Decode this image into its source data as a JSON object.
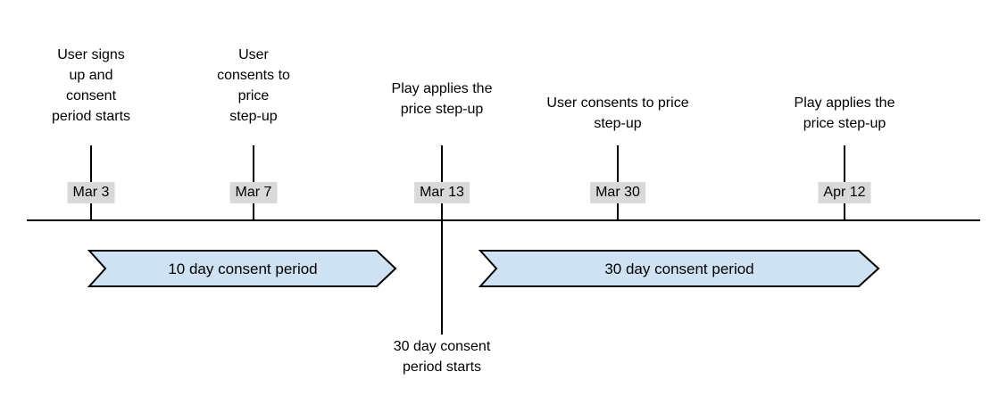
{
  "diagram": {
    "type": "timeline",
    "colors": {
      "background": "#ffffff",
      "line": "#000000",
      "text": "#000000",
      "chip_bg": "#d9d9d9",
      "banner_fill": "#cfe2f3",
      "banner_border": "#000000"
    },
    "milestones": [
      {
        "date": "Mar 3",
        "label": "User signs\nup and\nconsent\nperiod starts"
      },
      {
        "date": "Mar 7",
        "label": "User\nconsents to\nprice\nstep-up"
      },
      {
        "date": "Mar 13",
        "label": "Play applies the\nprice step-up",
        "below_label": "30 day consent\nperiod starts"
      },
      {
        "date": "Mar 30",
        "label": "User consents to price\nstep-up"
      },
      {
        "date": "Apr 12",
        "label": "Play applies the\nprice step-up"
      }
    ],
    "periods": [
      {
        "label": "10 day consent period"
      },
      {
        "label": "30 day consent period"
      }
    ]
  }
}
